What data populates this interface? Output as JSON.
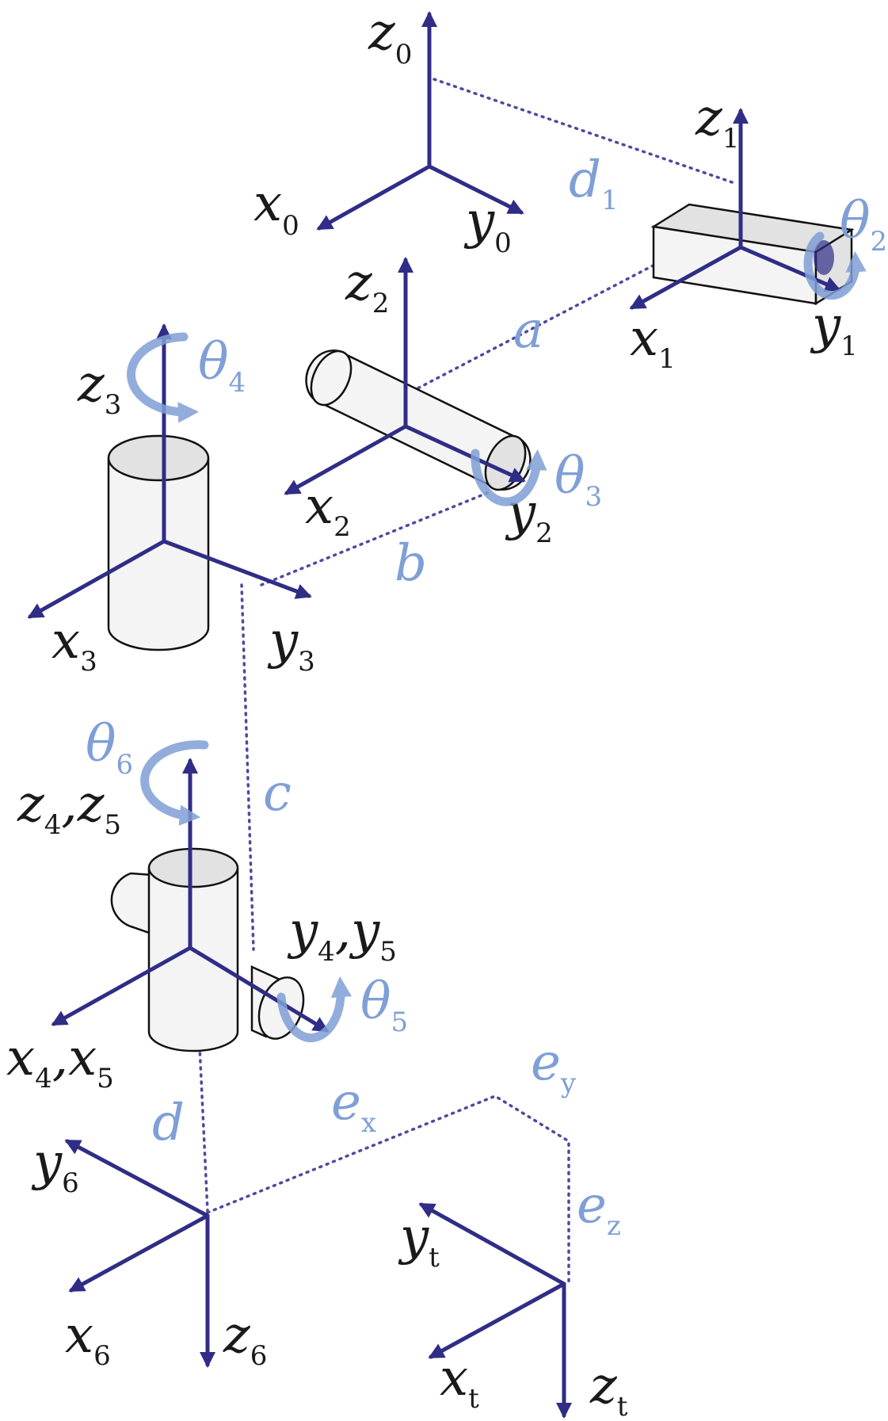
{
  "colors": {
    "axis": "#2f2d86",
    "parameter": "#7f9fd6",
    "dotted_line": "#4a4ba0"
  },
  "frames": {
    "f0": {
      "x": "x",
      "x_sub": "0",
      "y": "y",
      "y_sub": "0",
      "z": "z",
      "z_sub": "0"
    },
    "f1": {
      "x": "x",
      "x_sub": "1",
      "y": "y",
      "y_sub": "1",
      "z": "z",
      "z_sub": "1"
    },
    "f2": {
      "x": "x",
      "x_sub": "2",
      "y": "y",
      "y_sub": "2",
      "z": "z",
      "z_sub": "2"
    },
    "f3": {
      "x": "x",
      "x_sub": "3",
      "y": "y",
      "y_sub": "3",
      "z": "z",
      "z_sub": "3"
    },
    "f45": {
      "x": "x",
      "x_sub_a": "4",
      "x2": "x",
      "x_sub_b": "5",
      "y": "y",
      "y_sub_a": "4",
      "y2": "y",
      "y_sub_b": "5",
      "z": "z",
      "z_sub_a": "4",
      "z2": "z",
      "z_sub_b": "5"
    },
    "f6": {
      "x": "x",
      "x_sub": "6",
      "y": "y",
      "y_sub": "6",
      "z": "z",
      "z_sub": "6"
    },
    "ft": {
      "x": "x",
      "x_sub": "t",
      "y": "y",
      "y_sub": "t",
      "z": "z",
      "z_sub": "t"
    }
  },
  "parameters": {
    "d1": {
      "sym": "d",
      "sub": "1"
    },
    "a": "a",
    "b": "b",
    "c": "c",
    "d": "d",
    "ex": {
      "sym": "e",
      "sub": "x"
    },
    "ey": {
      "sym": "e",
      "sub": "y"
    },
    "ez": {
      "sym": "e",
      "sub": "z"
    },
    "theta2": {
      "sym": "θ",
      "sub": "2"
    },
    "theta3": {
      "sym": "θ",
      "sub": "3"
    },
    "theta4": {
      "sym": "θ",
      "sub": "4"
    },
    "theta5": {
      "sym": "θ",
      "sub": "5"
    },
    "theta6": {
      "sym": "θ",
      "sub": "6"
    }
  },
  "separator": ","
}
